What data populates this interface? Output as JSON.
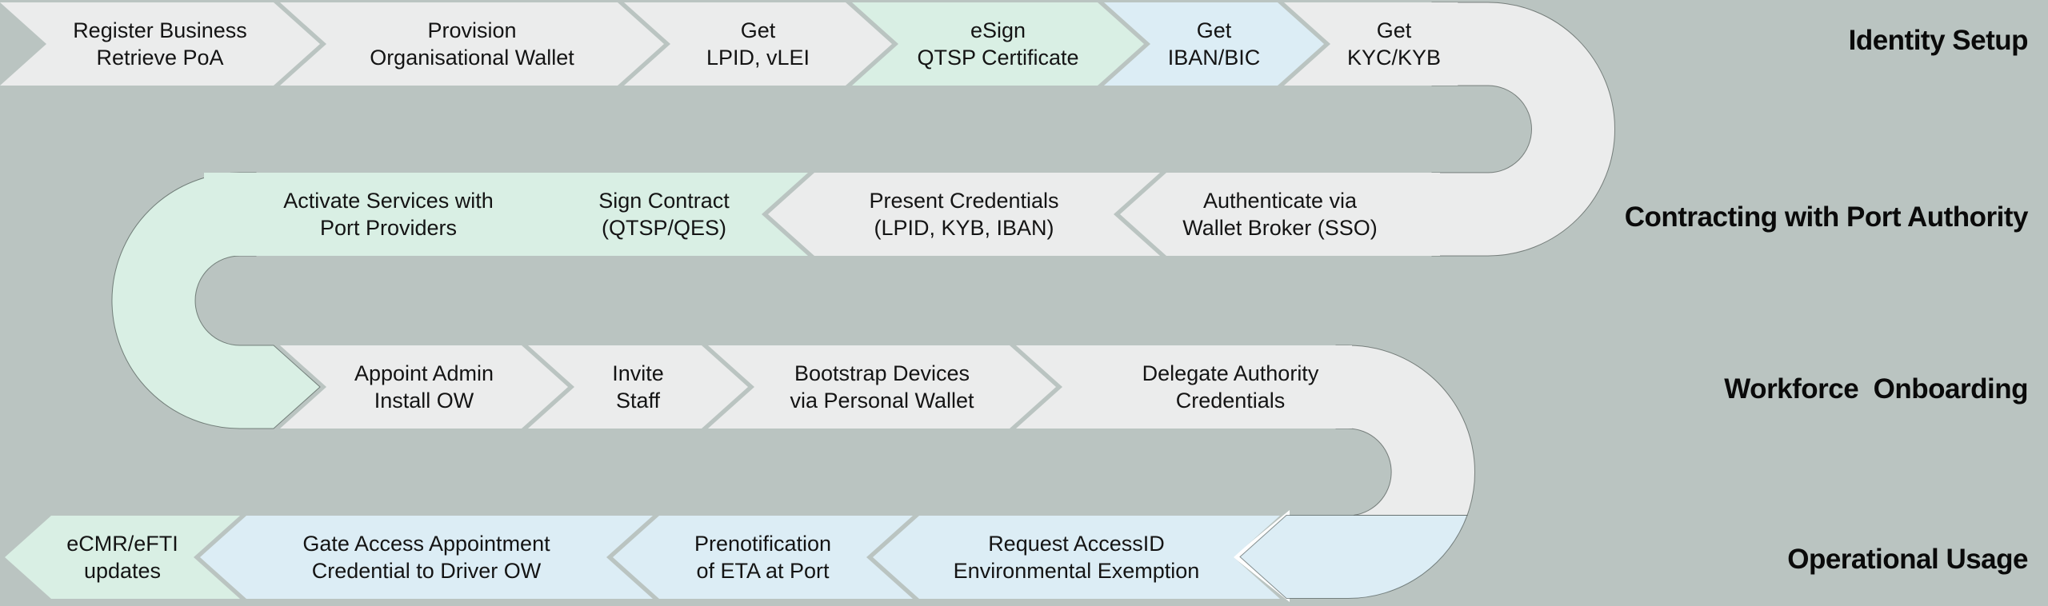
{
  "palette": {
    "background": "#bac4c1",
    "gray": "#ebecec",
    "green": "#d9efe4",
    "blue": "#dcedf5",
    "text": "#141414",
    "label_text": "#0a0a0a"
  },
  "stages": [
    {
      "label": "Identity Setup",
      "direction": "left-to-right",
      "steps": [
        {
          "line1": "Register Business",
          "line2": "Retrieve PoA",
          "color": "gray"
        },
        {
          "line1": "Provision",
          "line2": "Organisational Wallet",
          "color": "gray"
        },
        {
          "line1": "Get",
          "line2": "LPID, vLEI",
          "color": "gray"
        },
        {
          "line1": "eSign",
          "line2": "QTSP Certificate",
          "color": "green"
        },
        {
          "line1": "Get",
          "line2": "IBAN/BIC",
          "color": "blue"
        },
        {
          "line1": "Get",
          "line2": "KYC/KYB",
          "color": "gray"
        }
      ]
    },
    {
      "label": "Contracting with Port Authority",
      "direction": "right-to-left",
      "steps": [
        {
          "line1": "Authenticate via",
          "line2": "Wallet Broker (SSO)",
          "color": "gray"
        },
        {
          "line1": "Present Credentials",
          "line2": "(LPID, KYB, IBAN)",
          "color": "gray"
        },
        {
          "line1": "Sign Contract",
          "line2": "(QTSP/QES)",
          "color": "green"
        },
        {
          "line1": "Activate Services with",
          "line2": "Port Providers",
          "color": "green"
        }
      ]
    },
    {
      "label": "Workforce  Onboarding",
      "direction": "left-to-right",
      "steps": [
        {
          "line1": "Appoint Admin",
          "line2": "Install OW",
          "color": "gray"
        },
        {
          "line1": "Invite",
          "line2": "Staff",
          "color": "gray"
        },
        {
          "line1": "Bootstrap Devices",
          "line2": "via Personal Wallet",
          "color": "gray"
        },
        {
          "line1": "Delegate Authority",
          "line2": "Credentials",
          "color": "gray"
        }
      ]
    },
    {
      "label": "Operational Usage",
      "direction": "right-to-left",
      "steps": [
        {
          "line1": "Request AccessID",
          "line2": "Environmental Exemption",
          "color": "blue"
        },
        {
          "line1": "Prenotification",
          "line2": "of ETA at Port",
          "color": "blue"
        },
        {
          "line1": "Gate Access Appointment",
          "line2": "Credential to Driver OW",
          "color": "blue"
        },
        {
          "line1": "eCMR/eFTI",
          "line2": "updates",
          "color": "green"
        }
      ]
    }
  ]
}
